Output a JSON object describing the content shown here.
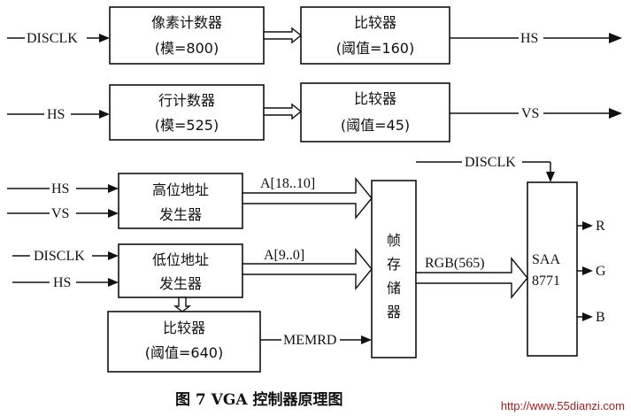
{
  "diagram": {
    "blocks": {
      "pixel_counter": {
        "line1": "像素计数器",
        "line2": "(模=800)"
      },
      "hcomp": {
        "line1": "比较器",
        "line2": "(阈值=160)"
      },
      "line_counter": {
        "line1": "行计数器",
        "line2": "(模=525)"
      },
      "vcomp": {
        "line1": "比较器",
        "line2": "(阈值=45)"
      },
      "high_addr": {
        "line1": "高位地址",
        "line2": "发生器"
      },
      "low_addr": {
        "line1": "低位地址",
        "line2": "发生器"
      },
      "comp640": {
        "line1": "比较器",
        "line2": "(阈值=640)"
      },
      "frame_mem": {
        "chars": [
          "帧",
          "存",
          "储",
          "器"
        ]
      },
      "saa": {
        "line1": "SAA",
        "line2": "8771"
      }
    },
    "signals": {
      "disclk_pixel": "DISCLK",
      "hs_out": "HS",
      "hs_line": "HS",
      "vs_out": "VS",
      "disclk_saa": "DISCLK",
      "hs_high": "HS",
      "vs_high": "VS",
      "disclk_low": "DISCLK",
      "hs_low": "HS",
      "bus_high": "A[18..10]",
      "bus_low": "A[9..0]",
      "rgb": "RGB(565)",
      "memrd": "MEMRD",
      "r": "R",
      "g": "G",
      "b": "B"
    },
    "caption": "图 7 VGA 控制器原理图",
    "watermark": "http://www.55dianzi.com"
  }
}
